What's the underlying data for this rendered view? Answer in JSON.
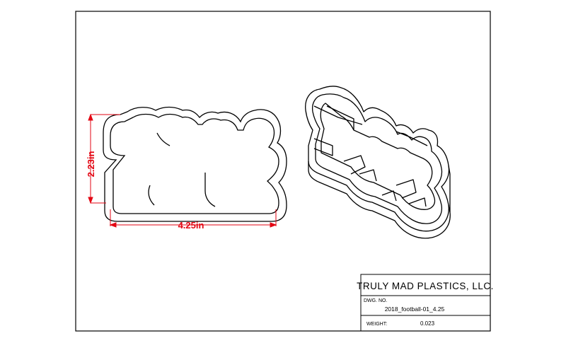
{
  "drawing": {
    "width_dimension": "4.25in",
    "height_dimension": "2.23in",
    "dimension_color": "#e30613",
    "line_color": "#000000"
  },
  "title_block": {
    "company": "TRULY MAD PLASTICS, LLC.",
    "dwg_no_label": "DWG. NO.",
    "dwg_no": "2018_football-01_4.25",
    "weight_label": "WEIGHT:",
    "weight": "0.023"
  }
}
